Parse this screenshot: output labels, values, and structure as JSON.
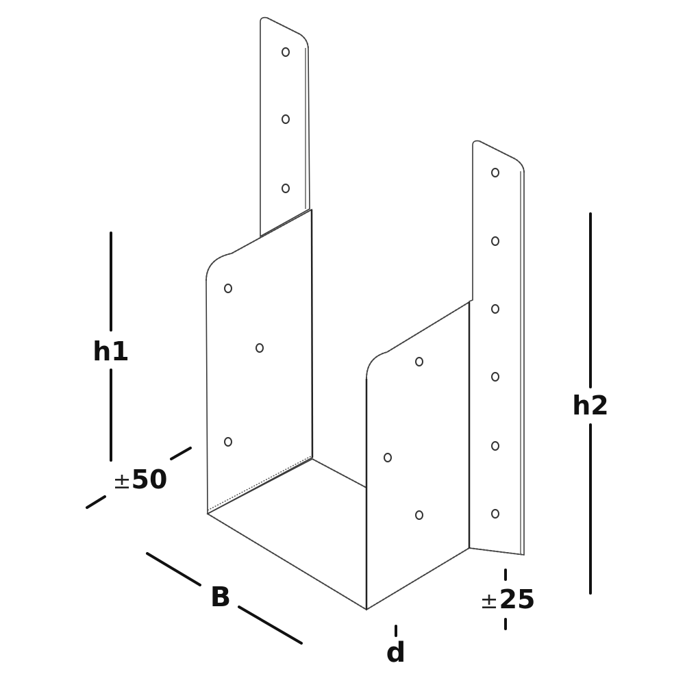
{
  "diagram": {
    "subject": "U-shaped post base / beam hanger bracket with offset mounting straps",
    "colors": {
      "background": "#ffffff",
      "strap_face": "#b9b9b7",
      "side_plate_face": "#a3a3a1",
      "base_face": "#d3d4d1",
      "edge": "#3a3a3a",
      "dimension_line": "#111111"
    },
    "dimensions": {
      "h1": {
        "label": "h1"
      },
      "h2": {
        "label": "h2"
      },
      "B": {
        "label": "B"
      },
      "d": {
        "label": "d"
      },
      "tolerance_left": {
        "sign": "±",
        "value": "50"
      },
      "tolerance_right": {
        "sign": "±",
        "value": "25"
      }
    },
    "parts": {
      "left_strap_holes": 3,
      "left_plate_holes": 3,
      "right_plate_holes": 3,
      "right_strap_holes": 6
    }
  }
}
